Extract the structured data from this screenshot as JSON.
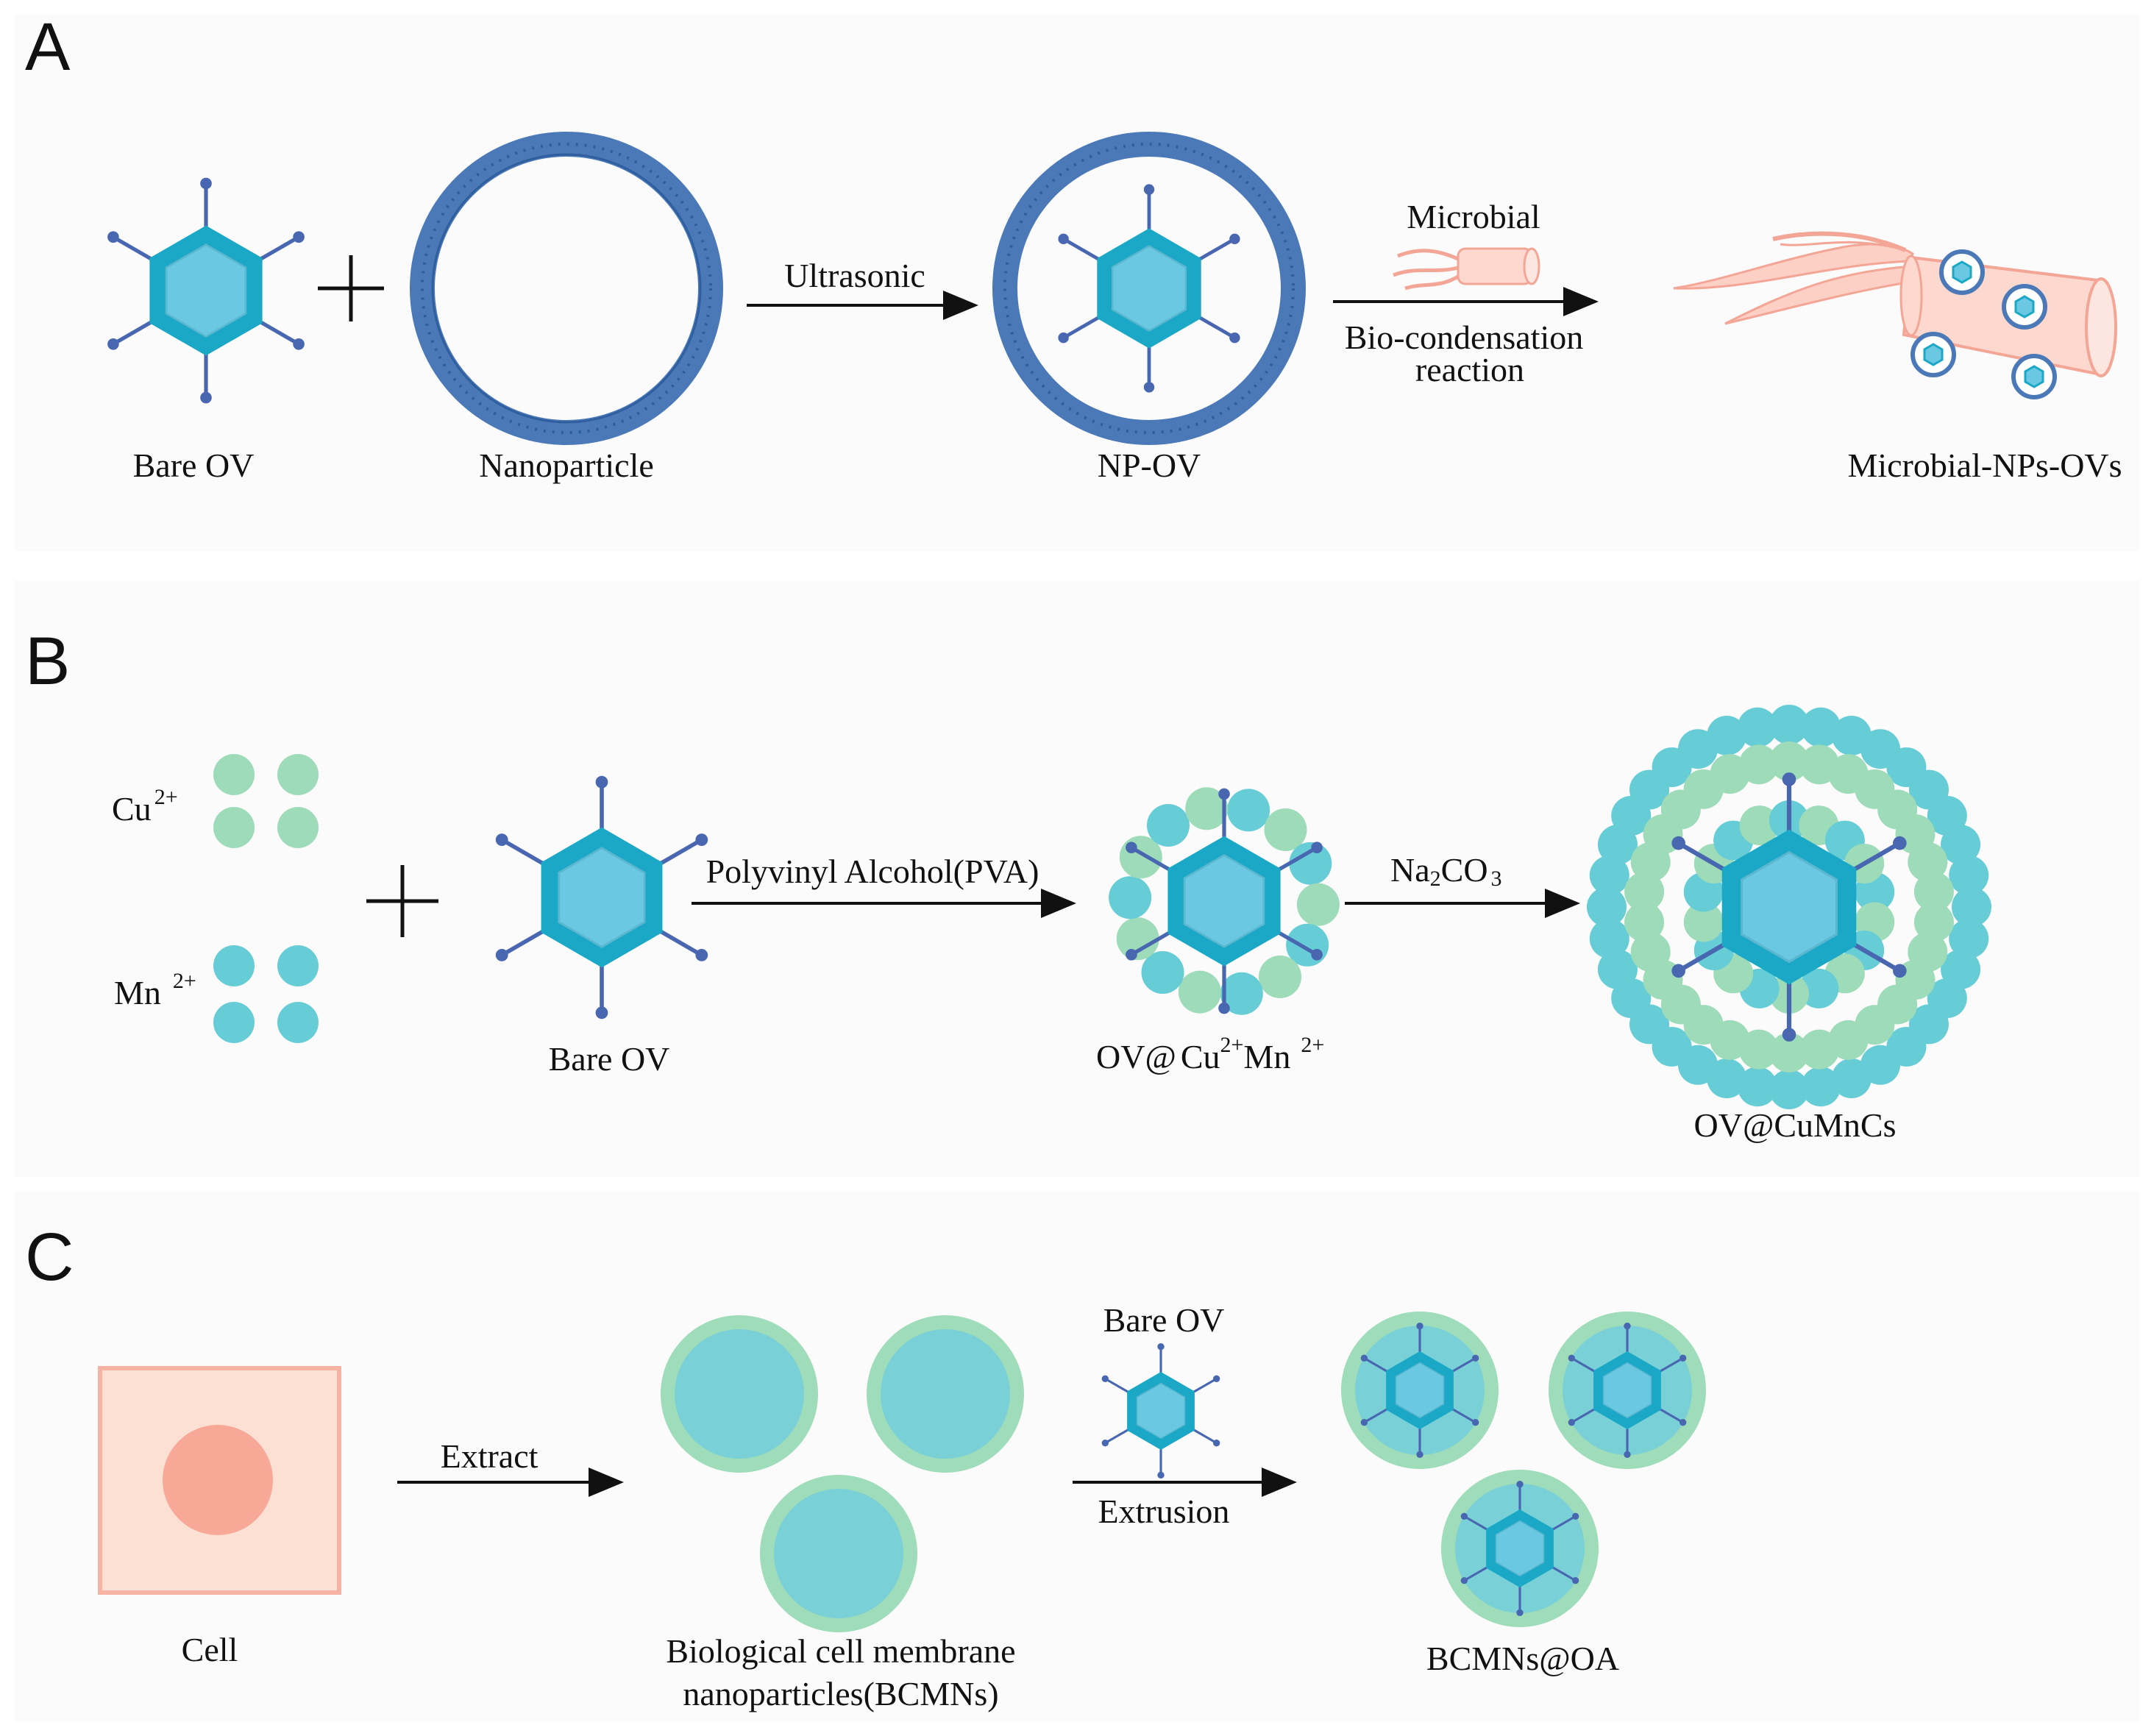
{
  "colors": {
    "ov_outer": "#1aa8c6",
    "ov_inner": "#6bc8e2",
    "spike": "#4867b0",
    "np_ring": "#4b79b8",
    "microbe": "#f7b6a8",
    "microbe_fill": "#fcd8cf",
    "cu_ion": "#9edbb9",
    "mn_ion": "#66ccd6",
    "cell_fill": "#fde0d4",
    "cell_border": "#f6b3a3",
    "nucleus": "#f8a896",
    "membrane": "#9fdcb9",
    "membrane_core": "#79d0d7"
  },
  "panelA": {
    "letter": "A",
    "bare_ov": "Bare OV",
    "plus": "+",
    "nanoparticle": "Nanoparticle",
    "arrow1_label": "Ultrasonic",
    "np_ov": "NP-OV",
    "arrow2_top": "Microbial",
    "arrow2_bottom_line1": "Bio-condensation",
    "arrow2_bottom_line2": "reaction",
    "product": "Microbial-NPs-OVs"
  },
  "panelB": {
    "letter": "B",
    "cu_base": "Cu",
    "cu_charge": "2+",
    "mn_base": "Mn",
    "mn_charge": "2+",
    "plus": "+",
    "bare_ov": "Bare OV",
    "arrow1_label": "Polyvinyl Alcohol(PVA)",
    "intermediate_prefix": "OV@",
    "intermediate_cu": "Cu",
    "intermediate_cu_charge": "2+",
    "intermediate_mn": "Mn",
    "intermediate_mn_charge": "2+",
    "arrow2_na": "Na",
    "arrow2_na_sub": "2",
    "arrow2_co": "CO",
    "arrow2_co_sub": "3",
    "product": "OV@CuMnCs"
  },
  "panelC": {
    "letter": "C",
    "cell": "Cell",
    "arrow1_label": "Extract",
    "bcmns_line1": "Biological cell membrane",
    "bcmns_line2": "nanoparticles(BCMNs)",
    "arrow2_top": "Bare OV",
    "arrow2_bottom": "Extrusion",
    "product": "BCMNs@OA"
  }
}
